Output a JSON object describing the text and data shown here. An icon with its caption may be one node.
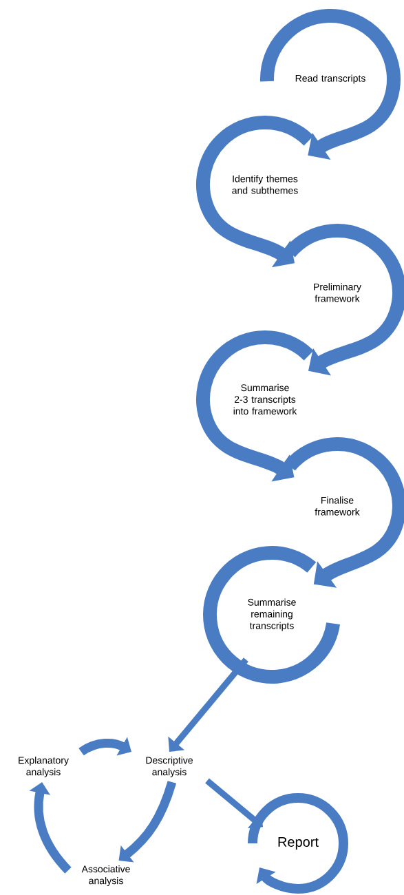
{
  "diagram": {
    "nodes": [
      {
        "text": [
          "Read transcripts"
        ]
      },
      {
        "text": [
          "Identify themes and subthemes"
        ]
      },
      {
        "text": [
          "Preliminary framework"
        ]
      },
      {
        "text": [
          "Summarise 2-3 transcripts into framework"
        ]
      },
      {
        "text": [
          "Finalise framework"
        ]
      },
      {
        "text": [
          "Summarise remaining transcripts"
        ]
      },
      {
        "text": [
          "Explanatory analysis"
        ]
      },
      {
        "text": [
          "Descriptive analysis"
        ]
      },
      {
        "text": [
          "Report"
        ]
      },
      {
        "text": [
          "Associative analysis"
        ]
      }
    ],
    "edges": [
      {
        "from": 0,
        "to": 1,
        "arrow": "to"
      },
      {
        "from": 1,
        "to": 2,
        "arrow": "to"
      },
      {
        "from": 2,
        "to": 3,
        "arrow": "to"
      },
      {
        "from": 3,
        "to": 4,
        "arrow": "to"
      },
      {
        "from": 4,
        "to": 5,
        "arrow": "to"
      },
      {
        "from": 5,
        "to": 7,
        "arrow": "to"
      },
      {
        "from": 6,
        "to": 7,
        "arrow": "to"
      },
      {
        "from": 7,
        "to": 9,
        "arrow": "to"
      },
      {
        "from": 9,
        "to": 6,
        "arrow": "to"
      },
      {
        "from": 7,
        "to": 8,
        "arrow": "to"
      },
      {
        "from": 5,
        "to": 5,
        "arrow": "none"
      }
    ]
  }
}
